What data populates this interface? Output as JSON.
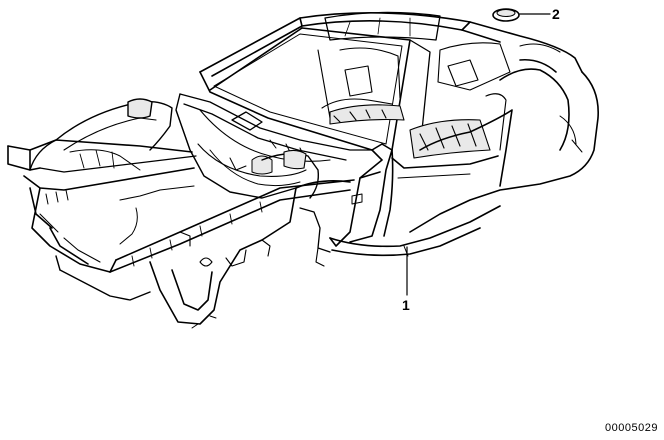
{
  "diagram": {
    "subject": "car-body-shell",
    "callouts": [
      {
        "number": "1",
        "part": "body-shell"
      },
      {
        "number": "2",
        "part": "grommet-plug"
      }
    ],
    "reference_code": "00005029",
    "colors": {
      "line": "#000000",
      "background": "#ffffff",
      "panel_shade": "#e9e9e9"
    }
  }
}
